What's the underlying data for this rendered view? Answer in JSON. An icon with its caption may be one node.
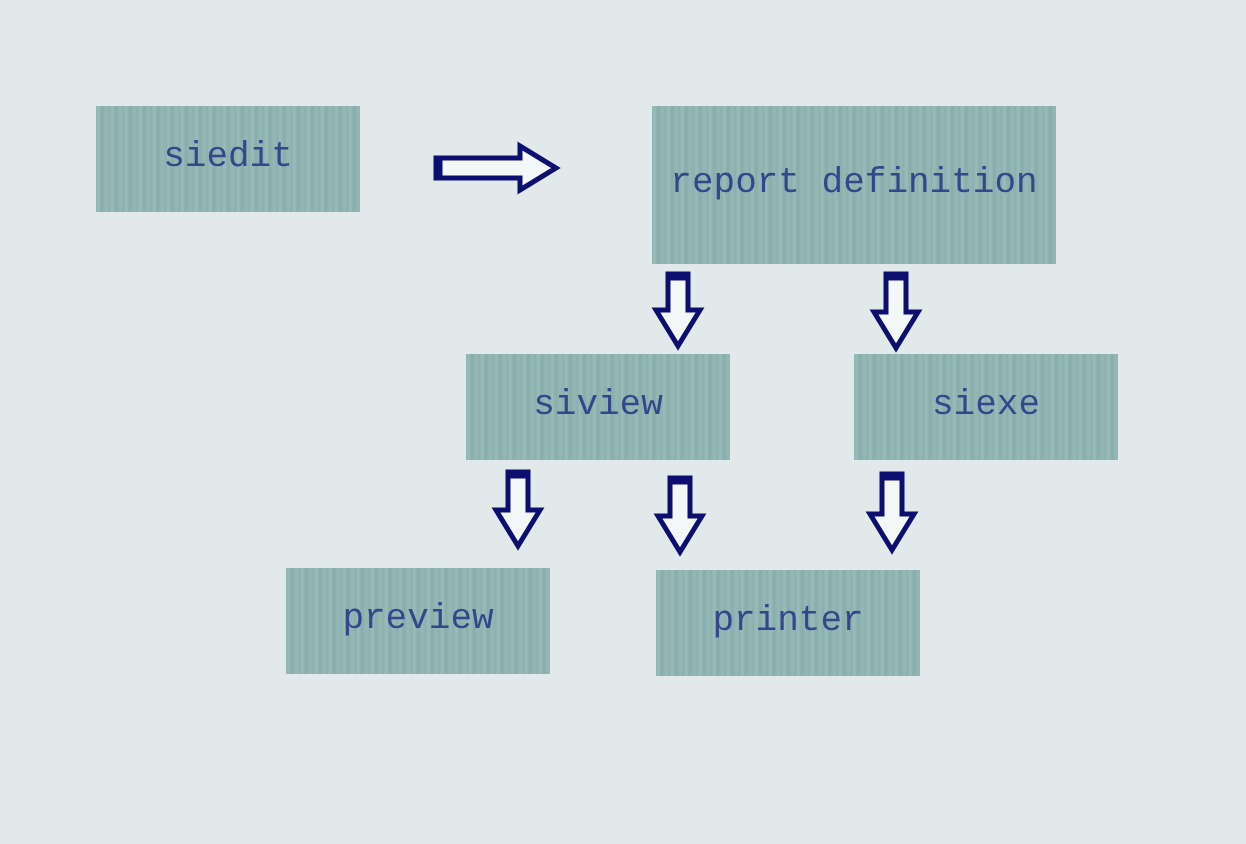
{
  "diagram": {
    "nodes": [
      {
        "text": [
          "siedit"
        ]
      },
      {
        "text": [
          "report definition"
        ]
      },
      {
        "text": [
          "siview"
        ]
      },
      {
        "text": [
          "siexe"
        ]
      },
      {
        "text": [
          "preview"
        ]
      },
      {
        "text": [
          "printer"
        ]
      }
    ],
    "edges": [
      {
        "from": 0,
        "to": 1,
        "arrow": "to"
      },
      {
        "from": 1,
        "to": 2,
        "arrow": "to"
      },
      {
        "from": 1,
        "to": 3,
        "arrow": "to"
      },
      {
        "from": 2,
        "to": 4,
        "arrow": "to"
      },
      {
        "from": 2,
        "to": 5,
        "arrow": "to"
      },
      {
        "from": 3,
        "to": 5,
        "arrow": "to"
      }
    ]
  }
}
